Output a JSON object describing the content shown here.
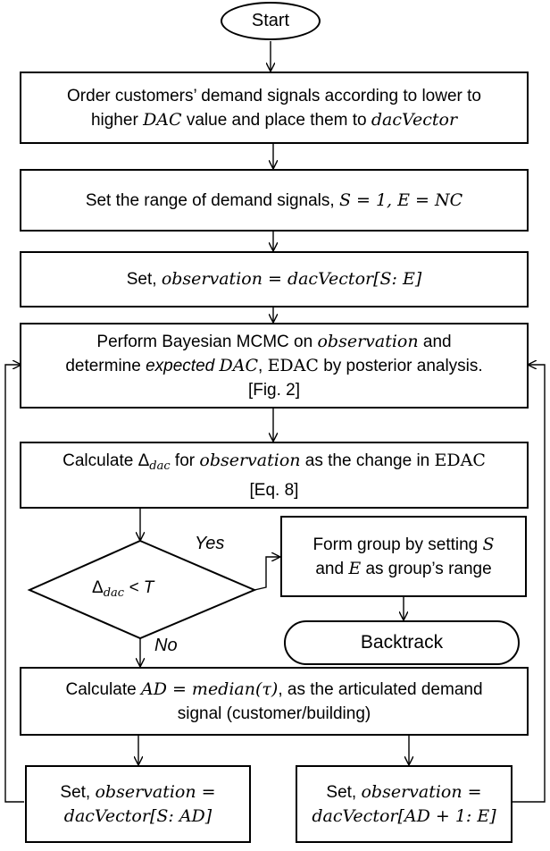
{
  "start": "Start",
  "step1": {
    "line1_a": "Order customers’ demand signals according to lower to",
    "line2_a": "higher ",
    "dac": "DAC",
    "line2_b": " value and place them to ",
    "dacVector": "dacVector"
  },
  "step2": {
    "text_a": "Set the range of demand signals, ",
    "math": "S = 1, E = NC"
  },
  "step3": {
    "text_a": "Set, ",
    "math": "observation = dacVector[S: E]"
  },
  "step4": {
    "line1_a": "Perform Bayesian MCMC on ",
    "line1_math": "observation",
    "line1_b": " and",
    "line2_a": "determine ",
    "line2_expected": "expected",
    "line2_dac": "DAC",
    "line2_b": ", ",
    "line2_edac": "EDAC",
    "line2_c": " by posterior analysis.",
    "line3": "[Fig. 2]"
  },
  "step5": {
    "line1_a": "Calculate Δ",
    "sub": "dac",
    "line1_b": " for ",
    "line1_math": "observation",
    "line1_c": " as the change in ",
    "line1_edac": "EDAC",
    "line2": "[Eq. 8]"
  },
  "decision": {
    "delta": "Δ",
    "sub": "dac",
    "rest": " < T",
    "yes": "Yes",
    "no": "No"
  },
  "group": {
    "line1_a": "Form group by setting ",
    "s": "S",
    "line2_a": "and ",
    "e": "E",
    "line2_b": " as group’s range"
  },
  "backtrack": "Backtrack",
  "step6": {
    "line1_a": "Calculate ",
    "line1_math": "AD = median(τ)",
    "line1_b": ", as the articulated demand",
    "line2": "signal (customer/building)"
  },
  "left_box": {
    "line1_a": "Set, ",
    "line1_math": "observation =",
    "line2_math": "dacVector[S: AD]"
  },
  "right_box": {
    "line1_a": "Set, ",
    "line1_math": "observation =",
    "line2_math": "dacVector[AD + 1: E]"
  }
}
